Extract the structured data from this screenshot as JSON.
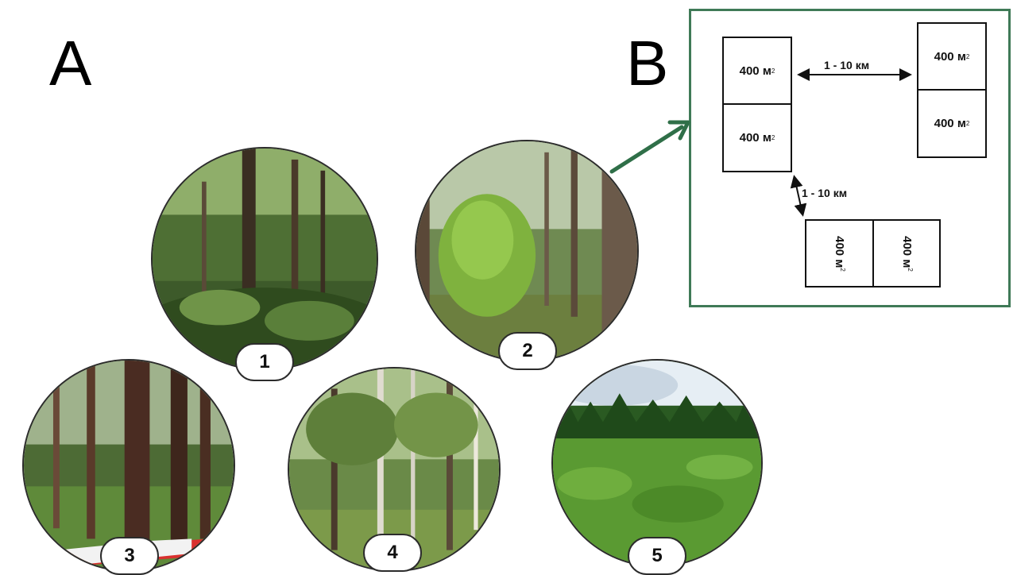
{
  "panel_a": {
    "label": "A"
  },
  "panel_b": {
    "label": "B",
    "plots": [
      {
        "area": "400 м",
        "unit_sup": "2"
      },
      {
        "area": "400 м",
        "unit_sup": "2"
      },
      {
        "area": "400 м",
        "unit_sup": "2"
      },
      {
        "area": "400 м",
        "unit_sup": "2"
      },
      {
        "area": "400 м",
        "unit_sup": "2"
      },
      {
        "area": "400 м",
        "unit_sup": "2"
      }
    ],
    "distances": [
      {
        "text": "1 - 10 км"
      },
      {
        "text": "1 - 10 км"
      }
    ],
    "frame_color": "#3f7a57"
  },
  "photos": [
    {
      "number": "1",
      "scene": "dense-spruce-forest-understory"
    },
    {
      "number": "2",
      "scene": "forest-with-young-spruce"
    },
    {
      "number": "3",
      "scene": "spruce-trunks-with-tape"
    },
    {
      "number": "4",
      "scene": "mixed-birch-forest"
    },
    {
      "number": "5",
      "scene": "young-conifer-plantation"
    }
  ]
}
